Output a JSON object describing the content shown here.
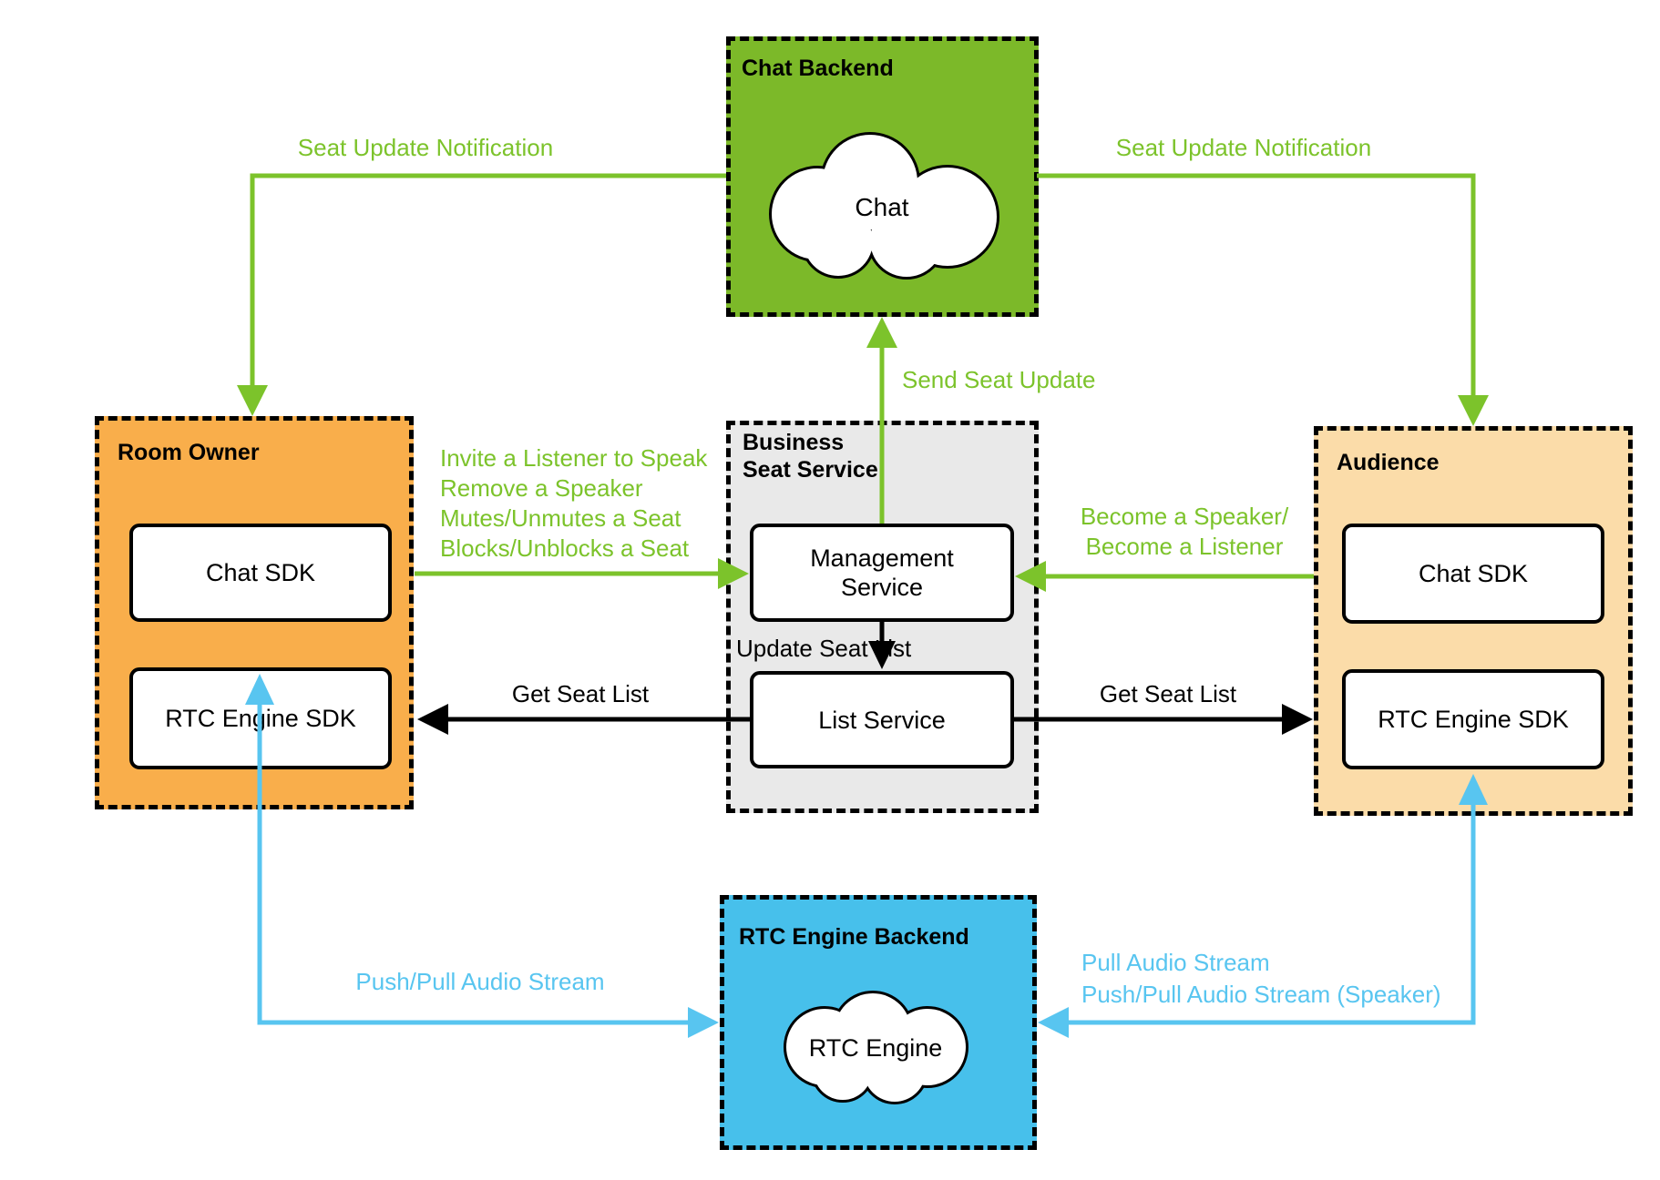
{
  "colors": {
    "green_box": "#7CB929",
    "green_accent": "#7CC32B",
    "orange_box": "#F9AE4B",
    "peach_box": "#FBDCA9",
    "gray_box": "#E9E9E9",
    "blue_box": "#47C0EB",
    "blue_accent": "#58C5F0"
  },
  "nodes": {
    "chat_backend": {
      "title": "Chat Backend",
      "cloud_label": "Chat"
    },
    "room_owner": {
      "title": "Room Owner",
      "chat_sdk": "Chat SDK",
      "rtc_sdk": "RTC Engine SDK"
    },
    "business": {
      "title": "Business\nSeat Service",
      "management": "Management\nService",
      "list": "List Service"
    },
    "audience": {
      "title": "Audience",
      "chat_sdk": "Chat SDK",
      "rtc_sdk": "RTC Engine SDK"
    },
    "rtc_backend": {
      "title": "RTC Engine Backend",
      "cloud_label": "RTC Engine"
    }
  },
  "labels": {
    "seat_update_left": "Seat Update Notification",
    "seat_update_right": "Seat Update Notification",
    "send_seat_update": "Send Seat Update",
    "owner_actions": "Invite a Listener to Speak\nRemove a Speaker\nMutes/Unmutes a Seat\nBlocks/Unblocks a Seat",
    "audience_actions": "Become a Speaker/\nBecome a Listener",
    "update_seat_list": "Update Seat List",
    "get_seat_list_left": "Get Seat List",
    "get_seat_list_right": "Get Seat List",
    "push_pull_left": "Push/Pull Audio Stream",
    "pull_push_right": "Pull Audio Stream\nPush/Pull Audio Stream (Speaker)"
  }
}
